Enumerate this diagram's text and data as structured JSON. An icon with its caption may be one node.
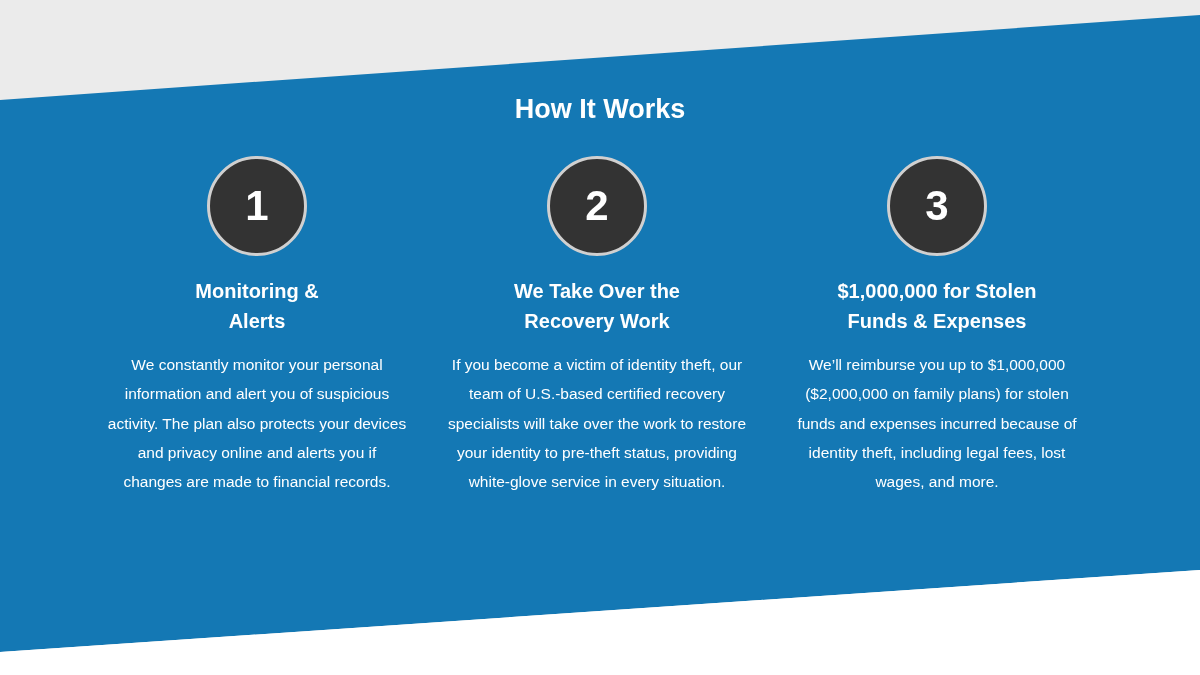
{
  "diagram": {
    "title": "How It Works",
    "nodes": [
      {
        "text": [
          "1"
        ],
        "beside": [
          "Monitoring & Alerts",
          "We constantly monitor your personal information and alert you of suspicious activity. The plan also protects your devices and privacy online and alerts you if changes are made to financial records."
        ]
      },
      {
        "text": [
          "2"
        ],
        "beside": [
          "We Take Over the Recovery Work",
          "If you become a victim of identity theft, our team of U.S.-based certified recovery specialists will take over the work to restore your identity to pre-theft status, providing white-glove service in every situation."
        ]
      },
      {
        "text": [
          "3"
        ],
        "beside": [
          "$1,000,000 for Stolen Funds & Expenses",
          "We’ll reimburse you up to $1,000,000 ($2,000,000 on family plans) for stolen funds and expenses incurred because of identity theft, including legal fees, lost wages, and more."
        ]
      }
    ]
  }
}
